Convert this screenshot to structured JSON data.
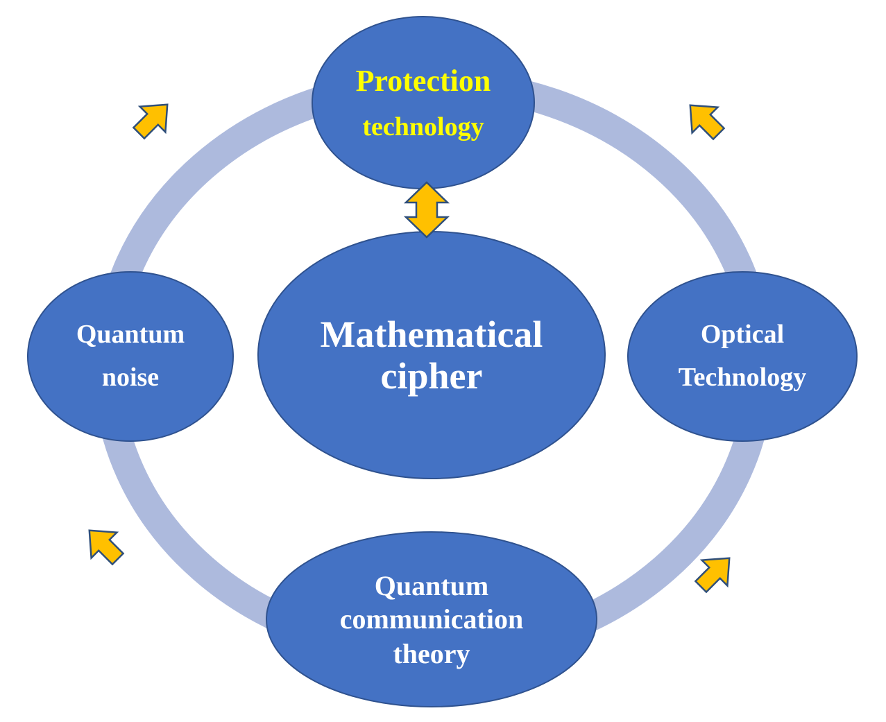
{
  "diagram": {
    "colors": {
      "background": "#ffffff",
      "ring": "#adbadd",
      "node_fill": "#4472c4",
      "node_stroke": "#2f528f",
      "arrow_fill": "#ffc000",
      "arrow_stroke": "#2f4f7a",
      "text_default": "#ffffff",
      "text_highlight": "#ffff00"
    },
    "nodes": {
      "protection": {
        "line1": "Protection",
        "line2": "technology"
      },
      "center": {
        "line1": "Mathematical",
        "line2": "cipher"
      },
      "quantum_noise": {
        "line1": "Quantum",
        "line2": "noise"
      },
      "optical": {
        "line1": "Optical",
        "line2": "Technology"
      },
      "communication": {
        "line1": "Quantum",
        "line2": "communication",
        "line3": "theory"
      }
    },
    "icons": {
      "cycle_arrow": "block-arrow-icon",
      "connector": "double-arrow-icon"
    }
  }
}
